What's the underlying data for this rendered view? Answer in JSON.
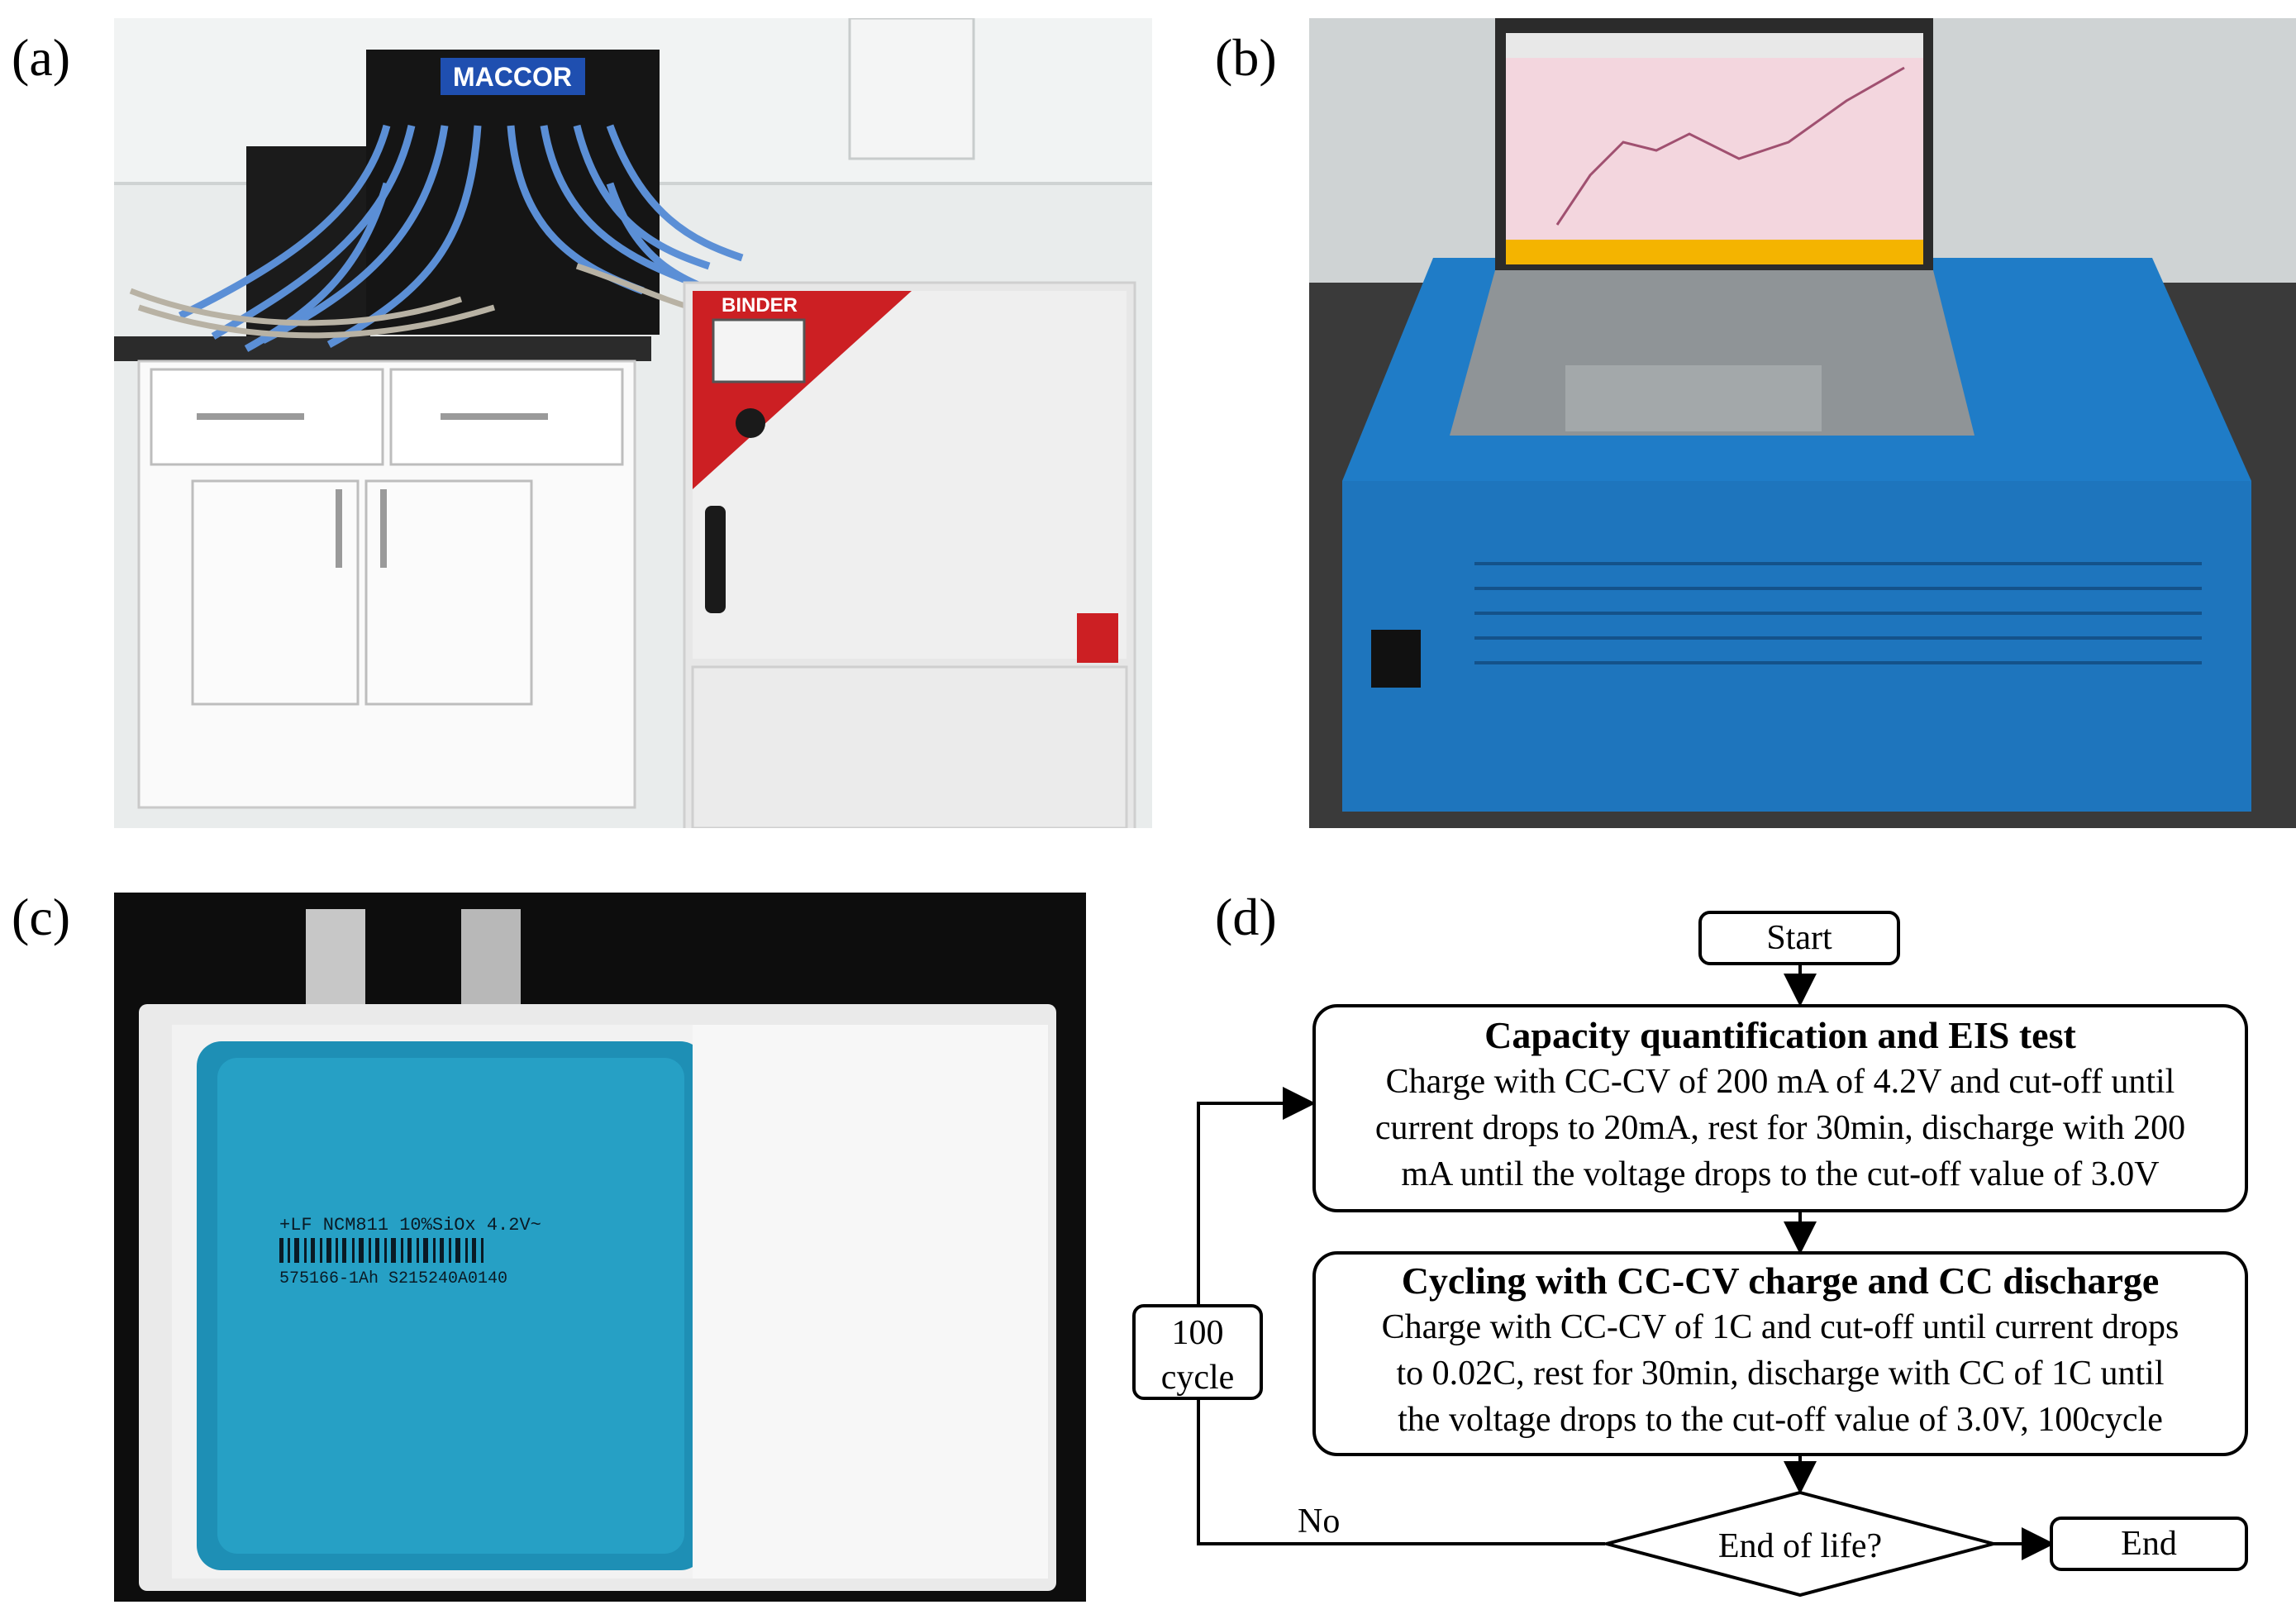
{
  "panels": {
    "a": {
      "label": "(a)"
    },
    "b": {
      "label": "(b)"
    },
    "c": {
      "label": "(c)"
    },
    "d": {
      "label": "(d)"
    }
  },
  "photo_a": {
    "cycler_brand": "MACCOR",
    "chamber_brand": "BINDER"
  },
  "photo_c": {
    "line1": "+LF NCM811 10%SiOx 4.2V~",
    "line2": "575166-1Ah  S215240A0140"
  },
  "flowchart": {
    "start": "Start",
    "step1": {
      "title": "Capacity quantification and EIS test",
      "lines": [
        "Charge with CC-CV of 200 mA  of 4.2V and cut-off until",
        "current drops to 20mA, rest for 30min, discharge with 200",
        "mA until the voltage drops to the cut-off value of 3.0V"
      ]
    },
    "step2": {
      "title": "Cycling with CC-CV charge and CC discharge",
      "lines": [
        "Charge with CC-CV of 1C and cut-off until current drops",
        "to 0.02C, rest for 30min, discharge with CC of 1C until",
        "the voltage drops to the cut-off value of 3.0V, 100cycle"
      ]
    },
    "loop": {
      "line1": "100",
      "line2": "cycle"
    },
    "decision": "End of life?",
    "no_label": "No",
    "end": "End"
  }
}
